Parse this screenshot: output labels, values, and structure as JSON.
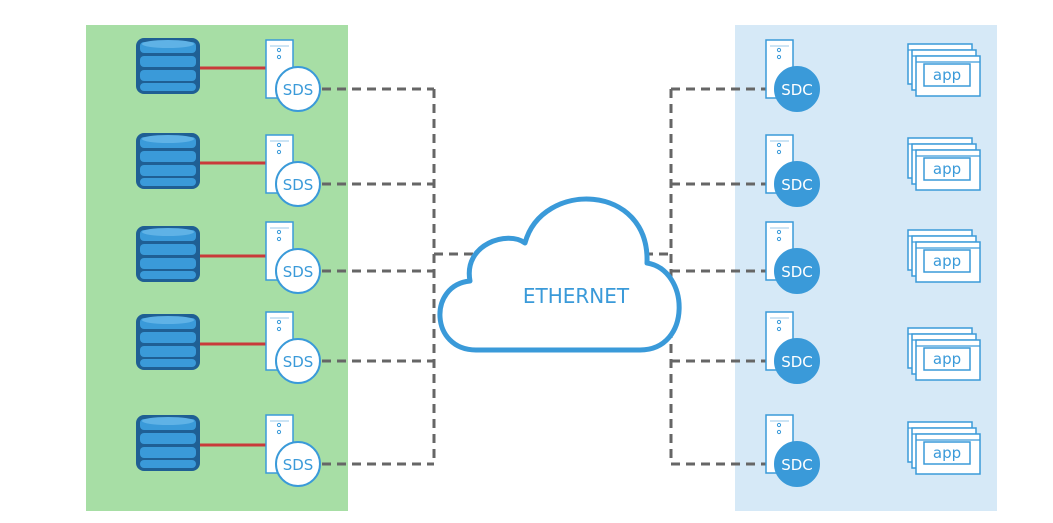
{
  "cloud": {
    "label": "ETHERNET"
  },
  "server_nodes": [
    {
      "label": "SDS"
    },
    {
      "label": "SDS"
    },
    {
      "label": "SDS"
    },
    {
      "label": "SDS"
    },
    {
      "label": "SDS"
    }
  ],
  "client_nodes": [
    {
      "label": "SDC"
    },
    {
      "label": "SDC"
    },
    {
      "label": "SDC"
    },
    {
      "label": "SDC"
    },
    {
      "label": "SDC"
    }
  ],
  "apps": [
    {
      "label": "app"
    },
    {
      "label": "app"
    },
    {
      "label": "app"
    },
    {
      "label": "app"
    },
    {
      "label": "app"
    }
  ],
  "colors": {
    "server_zone": "#a7dea5",
    "client_zone": "#d6e9f7",
    "accent_blue": "#3a9ad9",
    "dark_blue": "#1f5f94",
    "red_link": "#c93a3a",
    "dashed_line": "#666666"
  },
  "icons": {
    "database": "database-icon",
    "server": "server-tower-icon",
    "app": "app-window-icon",
    "cloud": "cloud-icon"
  }
}
